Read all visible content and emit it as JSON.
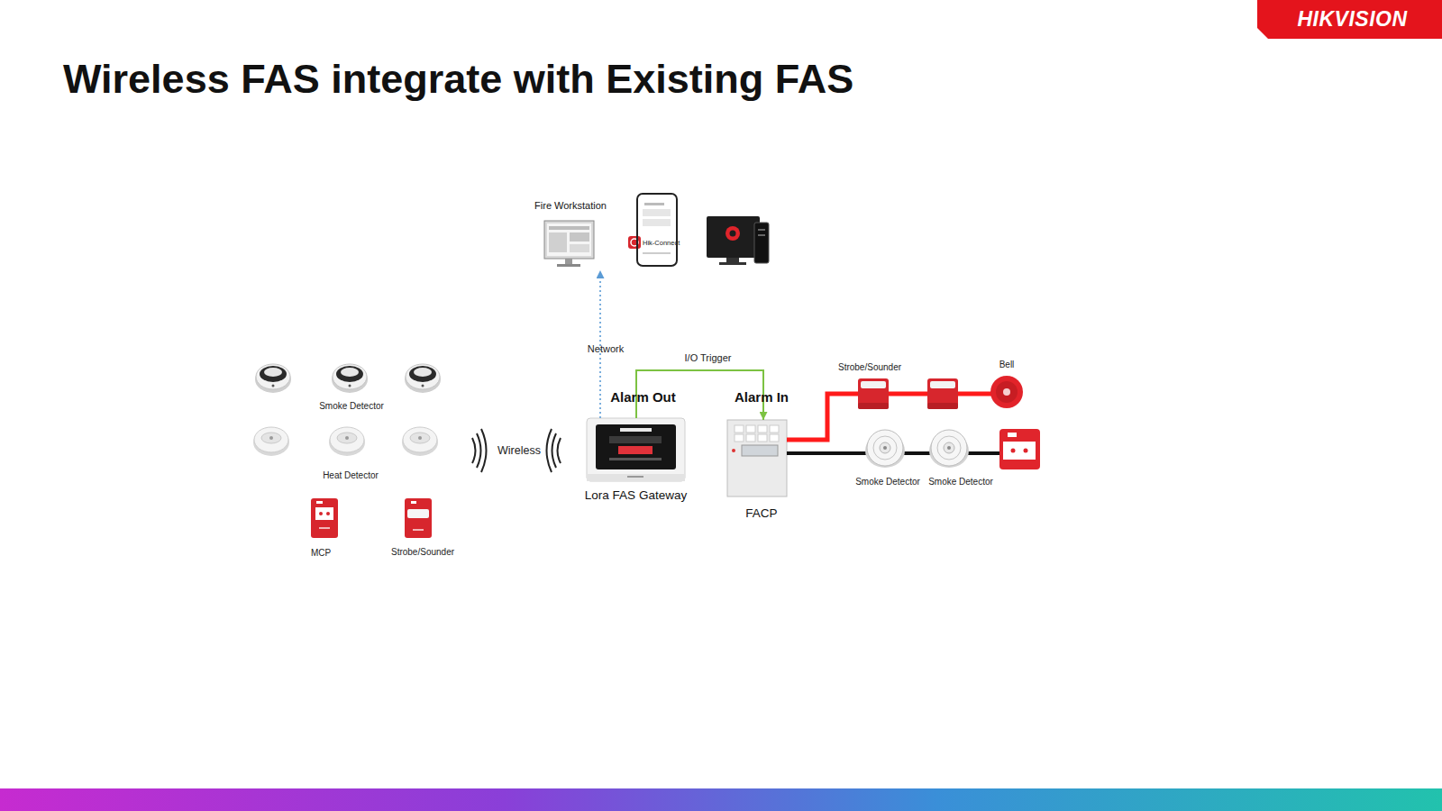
{
  "diagram": {
    "title": "Wireless FAS integrate with Existing FAS",
    "nodes": [
      {
        "text": [
          "HIKVISION"
        ]
      },
      {
        "text": [
          "Fire Workstation"
        ]
      },
      {
        "text": [
          "Hik-Connect"
        ]
      },
      {
        "text": [
          "Alarm Out",
          "Lora FAS Gateway"
        ]
      },
      {
        "text": [
          "Alarm In",
          "FACP"
        ]
      }
    ],
    "edges": [
      {
        "from": 3,
        "to": 1,
        "label": "Network",
        "arrow": "to"
      },
      {
        "from": 3,
        "to": 4,
        "label": "I/O Trigger",
        "arrow": "to"
      }
    ],
    "labels": [
      "Smoke Detector",
      "Heat Detector",
      "MCP",
      "Strobe/Sounder",
      "Wireless",
      "Strobe/Sounder",
      "Bell",
      "Smoke Detector",
      "Smoke Detector"
    ]
  }
}
